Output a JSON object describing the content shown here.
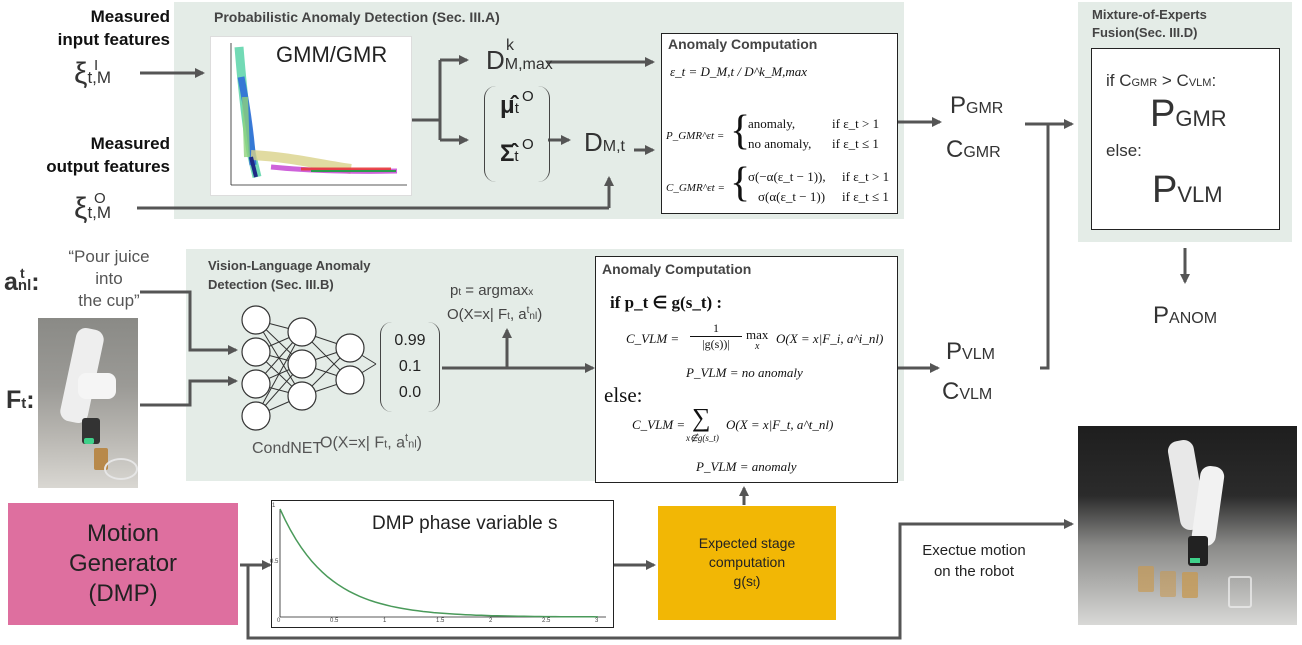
{
  "gmr_panel": {
    "title": "Probabilistic Anomaly Detection (Sec. III.A)",
    "plot_label": "GMM/GMR"
  },
  "inputs": {
    "measured_input": "Measured\ninput features",
    "xi_input": "ξ",
    "xi_input_sup": "I",
    "xi_input_sub": "t,M",
    "measured_output": "Measured\noutput features",
    "xi_output": "ξ",
    "xi_output_sup": "O",
    "xi_output_sub": "t,M",
    "instruction_label": "a",
    "instruction_sup": "t",
    "instruction_sub": "nl",
    "instruction_colon": ":",
    "instruction_text": "“Pour juice\ninto\nthe cup”",
    "frame_label": "F",
    "frame_sub": "t",
    "frame_colon": ":"
  },
  "gmr_vars": {
    "d_max": "D",
    "d_max_sup": "k",
    "d_max_sub": "M,max",
    "mu": "μ̂",
    "mu_sup": "O",
    "mu_sub": "t",
    "sigma": "Σ̂",
    "sigma_sup": "O",
    "sigma_sub": "t",
    "d_mt": "D",
    "d_mt_sub": "M,t"
  },
  "gmr_anomaly": {
    "title": "Anomaly Computation",
    "eps": "ε_t = D_M,t / D^k_M,max",
    "p_lhs": "P_GMR^εt =",
    "p_case1": "anomaly,",
    "p_cond1": "if ε_t > 1",
    "p_case2": "no anomaly,",
    "p_cond2": "if ε_t ≤ 1",
    "c_lhs": "C_GMR^εt =",
    "c_case1": "σ(−α(ε_t − 1)),",
    "c_cond1": "if ε_t > 1",
    "c_case2": "σ(α(ε_t − 1))",
    "c_cond2": "if ε_t ≤ 1"
  },
  "gmr_out": {
    "p": "P",
    "p_sub": "GMR",
    "c": "C",
    "c_sub": "GMR"
  },
  "moe": {
    "title": "Mixture-of-Experts\nFusion(Sec. III.D)",
    "cond_prefix": "if C",
    "cond_sub1": "GMR",
    "cond_mid": " > C",
    "cond_sub2": "VLM",
    "cond_suffix": ":",
    "p1": "P",
    "p1_sub": "GMR",
    "else": "else:",
    "p2": "P",
    "p2_sub": "VLM"
  },
  "p_anom": {
    "p": "P",
    "p_sub": "ANOM"
  },
  "vlm_panel": {
    "title": "Vision-Language Anomaly\nDetection (Sec. III.B)",
    "net_label": "CondNET",
    "vector": [
      "0.99",
      "0.1",
      "0.0"
    ]
  },
  "vlm_eq": {
    "pt": "p",
    "pt_sub": "t",
    "pt_rest": " = argmax",
    "pt_x": "x",
    "o": "O(X=x| F",
    "o_sub1": "t",
    "o_comma": ", a",
    "o_sup2": "t",
    "o_sub2": "nl",
    "o_close": ")",
    "o_out": "O(X=x| F",
    "o_out_sub1": "t",
    "o_out_comma": ", a",
    "o_out_sup2": "t",
    "o_out_sub2": "nl",
    "o_out_close": ")"
  },
  "vlm_anomaly": {
    "title": "Anomaly Computation",
    "if_line": "if p_t ∈ g(s_t) :",
    "c1_lhs": "C_VLM =",
    "c1_num": "1",
    "c1_den": "|g(s))|",
    "c1_max": "max",
    "c1_max_sub": "x",
    "c1_rhs": "O(X = x|F_i, a^i_nl)",
    "p1": "P_VLM = no anomaly",
    "else": "else:",
    "c2_lhs": "C_VLM =",
    "c2_sum_sub": "x∉g(s_t)",
    "c2_rhs": "O(X = x|F_t, a^t_nl)",
    "p2": "P_VLM = anomaly"
  },
  "vlm_out": {
    "p": "P",
    "p_sub": "VLM",
    "c": "C",
    "c_sub": "VLM"
  },
  "motion": {
    "label": "Motion\nGenerator\n(DMP)",
    "color": "#de6f9f"
  },
  "dmp_plot": {
    "title": "DMP phase variable s",
    "x_ticks": [
      "0",
      "0.5",
      "1",
      "1.5",
      "2",
      "2.5",
      "3"
    ],
    "y_ticks": [
      "1",
      "0.5"
    ]
  },
  "stage": {
    "line1": "Expected stage",
    "line2": "computation",
    "line3": "g(s",
    "line3_sub": "t",
    "line3_close": ")",
    "color": "#f2b705"
  },
  "execute": {
    "label": "Exectue motion\non the robot"
  },
  "colors": {
    "panel": "#e4ece7",
    "accent_green": "#4a9a5a"
  }
}
